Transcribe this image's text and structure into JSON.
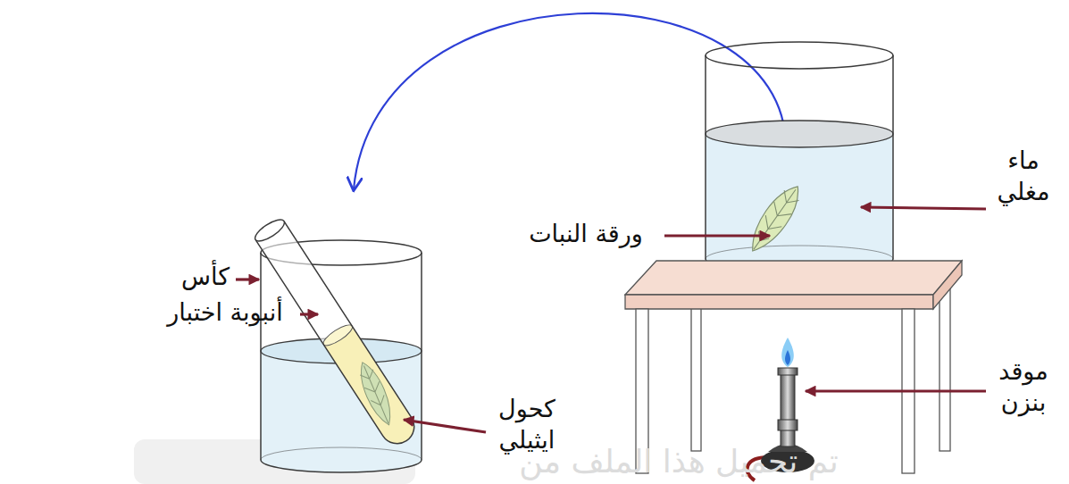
{
  "diagram": {
    "labels": [
      "كأس",
      "أنبوبة اختبار",
      "كحول ايثيلي",
      "ورقة النبات",
      "ماء مغلي",
      "موقد بنزن",
      "تم تحميل هذا الملف من"
    ]
  }
}
